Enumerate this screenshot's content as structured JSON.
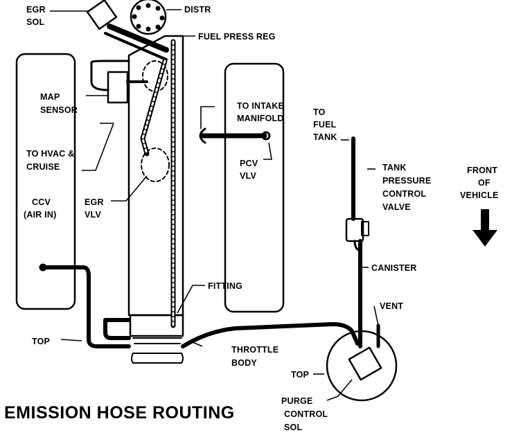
{
  "title": "EMISSION HOSE ROUTING",
  "labels": {
    "egr_sol": [
      "EGR",
      "SOL"
    ],
    "distr": "DISTR",
    "fuel_press_reg": "FUEL PRESS REG",
    "map_sensor": [
      "MAP",
      "SENSOR"
    ],
    "to_hvac_cruise": [
      "TO HVAC &",
      "CRUISE"
    ],
    "ccv_air_in": [
      "CCV",
      "(AIR IN)"
    ],
    "egr_vlv": [
      "EGR",
      "VLV"
    ],
    "to_intake_manifold": [
      "TO INTAKE",
      "MANIFOLD"
    ],
    "pcv_vlv": [
      "PCV",
      "VLV"
    ],
    "to_fuel_tank": [
      "TO",
      "FUEL",
      "TANK"
    ],
    "tank_pressure_control_valve": [
      "TANK",
      "PRESSURE",
      "CONTROL",
      "VALVE"
    ],
    "front_of_vehicle": [
      "FRONT",
      "OF",
      "VEHICLE"
    ],
    "canister": "CANISTER",
    "vent": "VENT",
    "fitting": "FITTING",
    "top_left": "TOP",
    "throttle_body": [
      "THROTTLE",
      "BODY"
    ],
    "top_canister": "TOP",
    "purge_control_sol": [
      "PURGE",
      "CONTROL",
      "SOL"
    ]
  },
  "colors": {
    "ink": "#000000",
    "paper": "#ffffff"
  }
}
